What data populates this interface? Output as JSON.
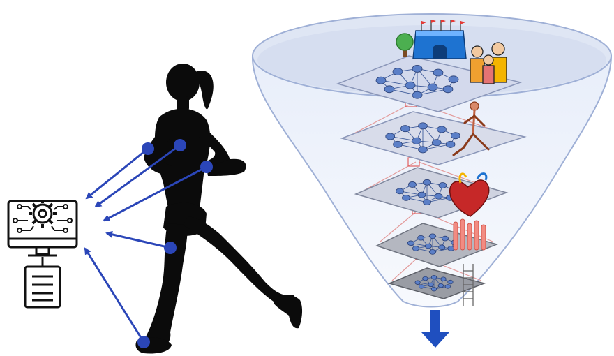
{
  "diagram": {
    "colors": {
      "arrow": "#2b46b8",
      "sensor_dot": "#2b46b8",
      "silhouette": "#0b0b0b",
      "funnel_fill": "#dfe6f4",
      "funnel_stroke": "#9fb0d6",
      "down_arrow": "#1f4fbf",
      "network_node": "#5b7fc7",
      "link_line": "#e39a9a"
    },
    "icons": {
      "computer": "computer-gear-icon",
      "document": "document-icon",
      "stadium": "stadium-icon",
      "tree": "tree-icon",
      "people": "people-group-icon",
      "body": "anatomy-runner-icon",
      "heart": "heart-icon",
      "cells": "muscle-cells-icon",
      "ladder": "ladder-icon",
      "down_arrow": "down-arrow-icon"
    },
    "layers": [
      {
        "id": "population"
      },
      {
        "id": "organism"
      },
      {
        "id": "organ"
      },
      {
        "id": "tissue"
      },
      {
        "id": "molecular"
      }
    ]
  }
}
